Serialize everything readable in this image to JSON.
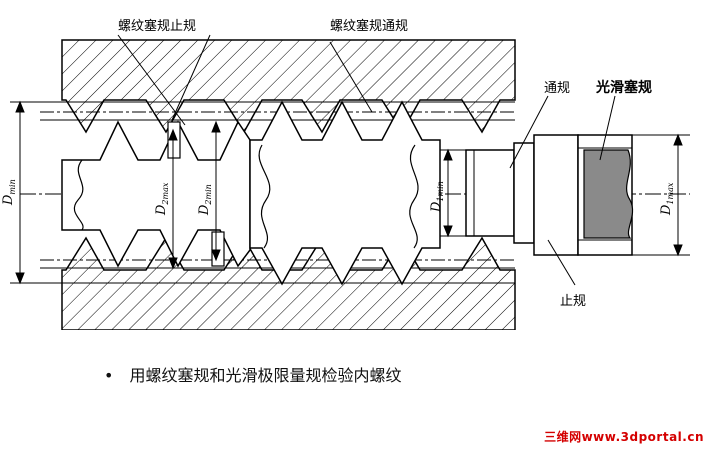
{
  "labels": {
    "no_go_thread_plug": "螺纹塞规止规",
    "go_thread_plug": "螺纹塞规通规",
    "go": "通规",
    "plain_plug": "光滑塞规",
    "no_go": "止规"
  },
  "dimensions": {
    "d_min": {
      "main": "D",
      "sub": "min"
    },
    "d2_max": {
      "main": "D",
      "sub": "2max"
    },
    "d2_min": {
      "main": "D",
      "sub": "2min"
    },
    "d1_min": {
      "main": "D",
      "sub": "1min"
    },
    "d1_max": {
      "main": "D",
      "sub": "1max"
    }
  },
  "caption": {
    "bullet": "•",
    "text": "用螺纹塞规和光滑极限量规检验内螺纹"
  },
  "watermark": "三维网www.3dportal.cn",
  "colors": {
    "line": "#000000",
    "plug_fill": "#8a8a8a"
  }
}
